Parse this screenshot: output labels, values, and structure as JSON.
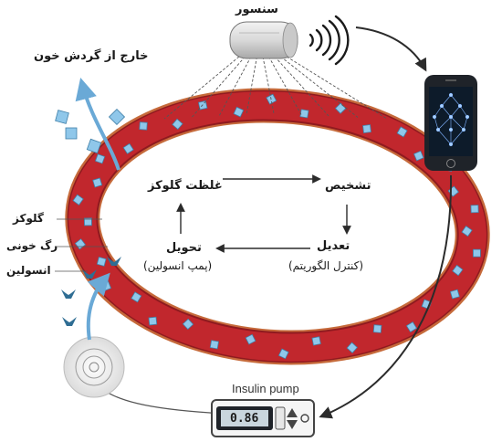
{
  "labels": {
    "sensor": "سنسور",
    "outside_blood": "خارج از گردش خون",
    "glucose": "گلوکز",
    "vessel": "رگ خونی",
    "insulin": "انسولین",
    "cycle_concentration": "غلظت گلوکز",
    "cycle_diagnosis": "تشخیص",
    "cycle_adjust": "تعدیل",
    "cycle_adjust_sub": "(کنترل الگوریتم)",
    "cycle_delivery": "تحویل",
    "cycle_delivery_sub": "(پمپ انسولین)",
    "pump_title": "Insulin pump",
    "pump_display": "0.86"
  },
  "colors": {
    "vessel_red": "#c1272d",
    "vessel_dark": "#8f1a1f",
    "vessel_outer": "#c66a3b",
    "glucose_cube": "#8fc7ea",
    "insulin_blue": "#2f6d93",
    "arrow_light_blue": "#6aa9d6",
    "phone_body": "#1f2329",
    "pump_screen": "#c9d6de"
  },
  "icons": {
    "sensor": "cgm-sensor-icon",
    "signal": "wireless-signal-icon",
    "phone": "smartphone-icon",
    "pump": "insulin-pump-icon",
    "patch": "infusion-site-icon"
  }
}
